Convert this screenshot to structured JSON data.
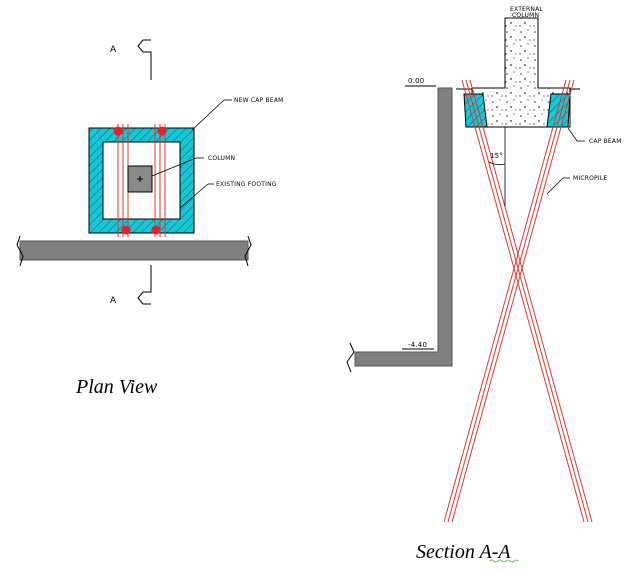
{
  "plan": {
    "title": "Plan View",
    "section_marker": "A",
    "labels": {
      "new_cap_beam": "NEW CAP BEAM",
      "column": "COLUMN",
      "existing_footing": "EXISTING FOOTING"
    }
  },
  "section": {
    "title": "Section A-A",
    "labels": {
      "external_column_line1": "EXTERNAL",
      "external_column_line2": "COLUMN",
      "cap_beam": "CAP BEAM",
      "micropile": "MICROPILE",
      "angle": "15°",
      "level_top": "0.00",
      "level_bottom": "-4.40"
    }
  },
  "colors": {
    "cap_beam_hatch": "#19c6d6",
    "micropile": "#e8342c",
    "pile_dot": "#e8202a",
    "wall": "#808080",
    "column_fill": "#8a8a8a"
  }
}
